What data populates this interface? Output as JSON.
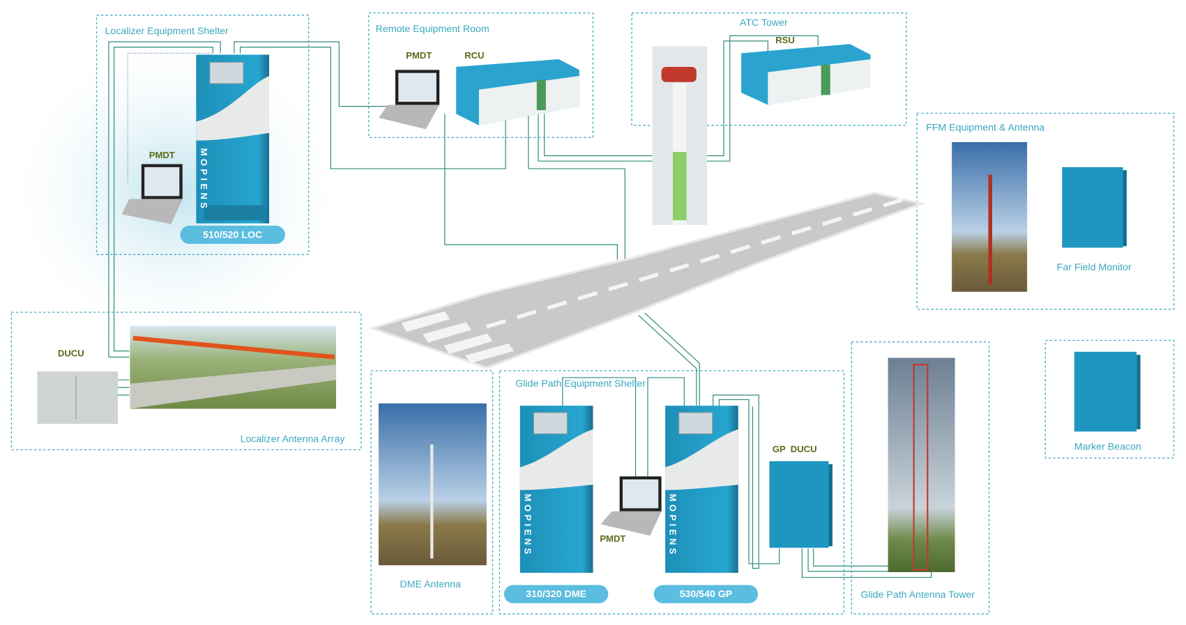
{
  "zones": {
    "loc_shelter": "Localizer Equipment Shelter",
    "remote_room": "Remote Equipment Room",
    "atc_tower": "ATC Tower",
    "ffm": "FFM Equipment & Antenna",
    "loc_array": "Localizer Antenna Array",
    "dme_antenna": "DME Antenna",
    "gp_shelter": "Glide Path Equipment Shelter",
    "gp_tower": "Glide Path Antenna Tower",
    "marker_beacon": "Marker Beacon",
    "far_field_monitor": "Far Field Monitor"
  },
  "devices": {
    "pmdt_loc": "PMDT",
    "pmdt_remote": "PMDT",
    "rcu": "RCU",
    "rsu": "RSU",
    "ducu": "DUCU",
    "pmdt_gp": "PMDT",
    "gp_ducu": "GP  DUCU"
  },
  "badges": {
    "loc": "510/520 LOC",
    "dme": "310/320 DME",
    "gp": "530/540 GP"
  },
  "brand": "MOPIENS",
  "colors": {
    "accent": "#3aa8bd",
    "cabinet": "#1f9bc4",
    "badge": "#5bbde0",
    "line": "#2e8b7a",
    "device_label": "#5a6a1a"
  }
}
